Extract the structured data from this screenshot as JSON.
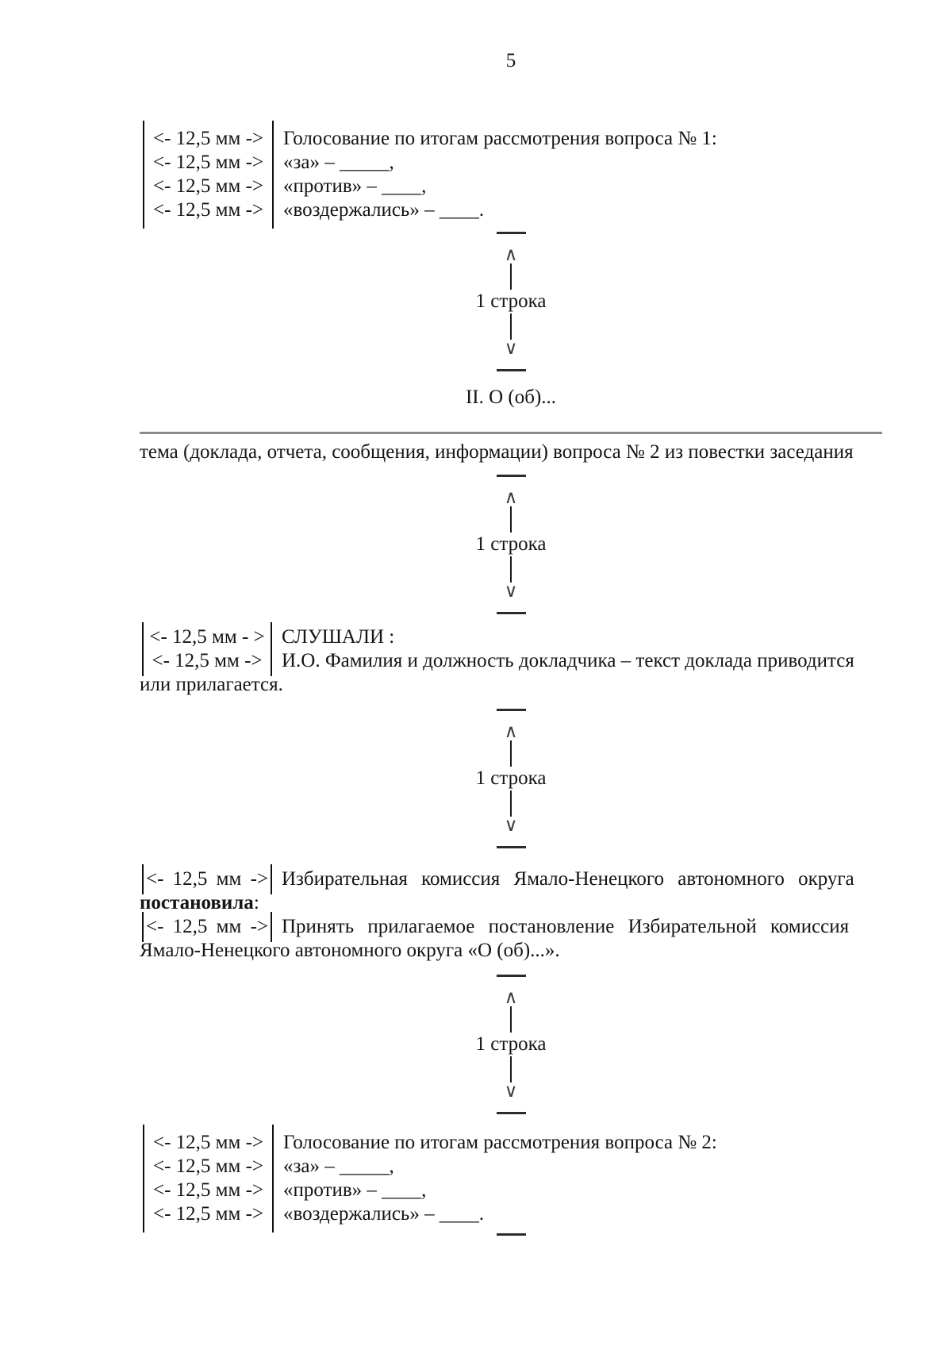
{
  "page": {
    "number": "5"
  },
  "colors": {
    "rule": "#8a8a8a",
    "bars": "#0f0f0f",
    "text": "#141414"
  },
  "icons": {
    "arrow_up": "∧",
    "arrow_down": "∨"
  },
  "separator": {
    "label": "1 строка"
  },
  "voting_block_1": {
    "rows": [
      {
        "marker": "<- 12,5 мм ->",
        "text": "Голосование по итогам рассмотрения вопроса № 1:"
      },
      {
        "marker": "<- 12,5 мм ->",
        "text": "«за» – _____,"
      },
      {
        "marker": "<- 12,5 мм ->",
        "text": "«против» – ____,"
      },
      {
        "marker": "<- 12,5 мм ->",
        "text": "«воздержались» – ____."
      }
    ]
  },
  "section_heading": "II. О (об)...",
  "topic_line": {
    "text": "тема (доклада, отчета, сообщения, информации) вопроса № 2 из повестки заседания"
  },
  "slushali": {
    "line1": {
      "marker": "<- 12,5 мм - >",
      "text": "СЛУШАЛИ :"
    },
    "line2": {
      "marker": "<- 12,5 мм ->",
      "text": "И.О. Фамилия и должность докладчика – текст доклада приводится"
    },
    "line3": "или прилагается."
  },
  "resolution": {
    "line1": {
      "marker": "<- 12,5 мм ->",
      "text": "Избирательная комиссия Ямало-Ненецкого автономного округа"
    },
    "line2": {
      "bold": "постановила",
      "rest": ":"
    },
    "line3": {
      "marker": "<- 12,5 мм ->",
      "text": "Принять прилагаемое постановление Избирательной комиссия"
    },
    "line4": "Ямало-Ненецкого автономного округа «О (об)...»."
  },
  "voting_block_2": {
    "rows": [
      {
        "marker": "<- 12,5 мм ->",
        "text": "Голосование по итогам рассмотрения вопроса № 2:"
      },
      {
        "marker": "<- 12,5 мм ->",
        "text": "«за» – _____,"
      },
      {
        "marker": "<- 12,5 мм ->",
        "text": "«против» – ____,"
      },
      {
        "marker": "<- 12,5 мм ->",
        "text": "«воздержались» – ____."
      }
    ]
  }
}
